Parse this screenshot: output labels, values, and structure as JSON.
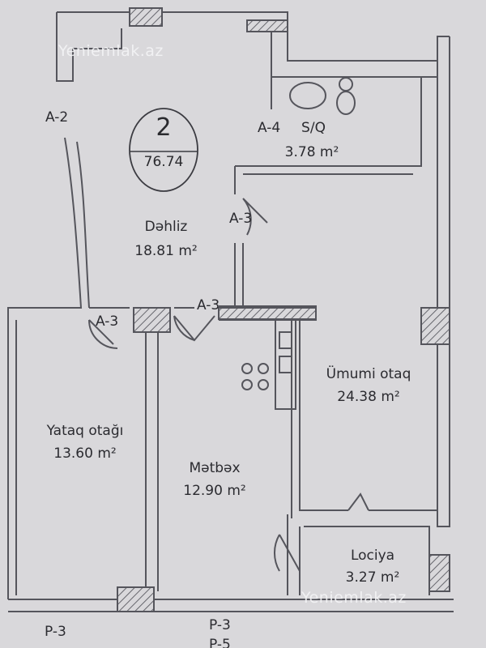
{
  "watermark": "Yeniemlak.az",
  "unit_badge": {
    "number": "2",
    "total_area": "76.74"
  },
  "rooms": [
    {
      "id": "dehliz",
      "name": "Dəhliz",
      "area": "18.81 m²"
    },
    {
      "id": "sq",
      "name": "S/Q",
      "area": "3.78 m²"
    },
    {
      "id": "umumi",
      "name": "Ümumi otaq",
      "area": "24.38 m²"
    },
    {
      "id": "yataq",
      "name": "Yataq otağı",
      "area": "13.60 m²"
    },
    {
      "id": "metbex",
      "name": "Mətbəx",
      "area": "12.90 m²"
    },
    {
      "id": "lociya",
      "name": "Lociya",
      "area": "3.27 m²"
    }
  ],
  "door_marks": [
    "A-2",
    "A-4",
    "A-3",
    "A-3",
    "A-3"
  ],
  "window_marks": [
    "P-3",
    "P-3",
    "P-5"
  ],
  "colors": {
    "line": "#55555c",
    "paper": "#d9d8db",
    "hatch": "#6b6b72",
    "watermark": "#f4f4f6"
  }
}
